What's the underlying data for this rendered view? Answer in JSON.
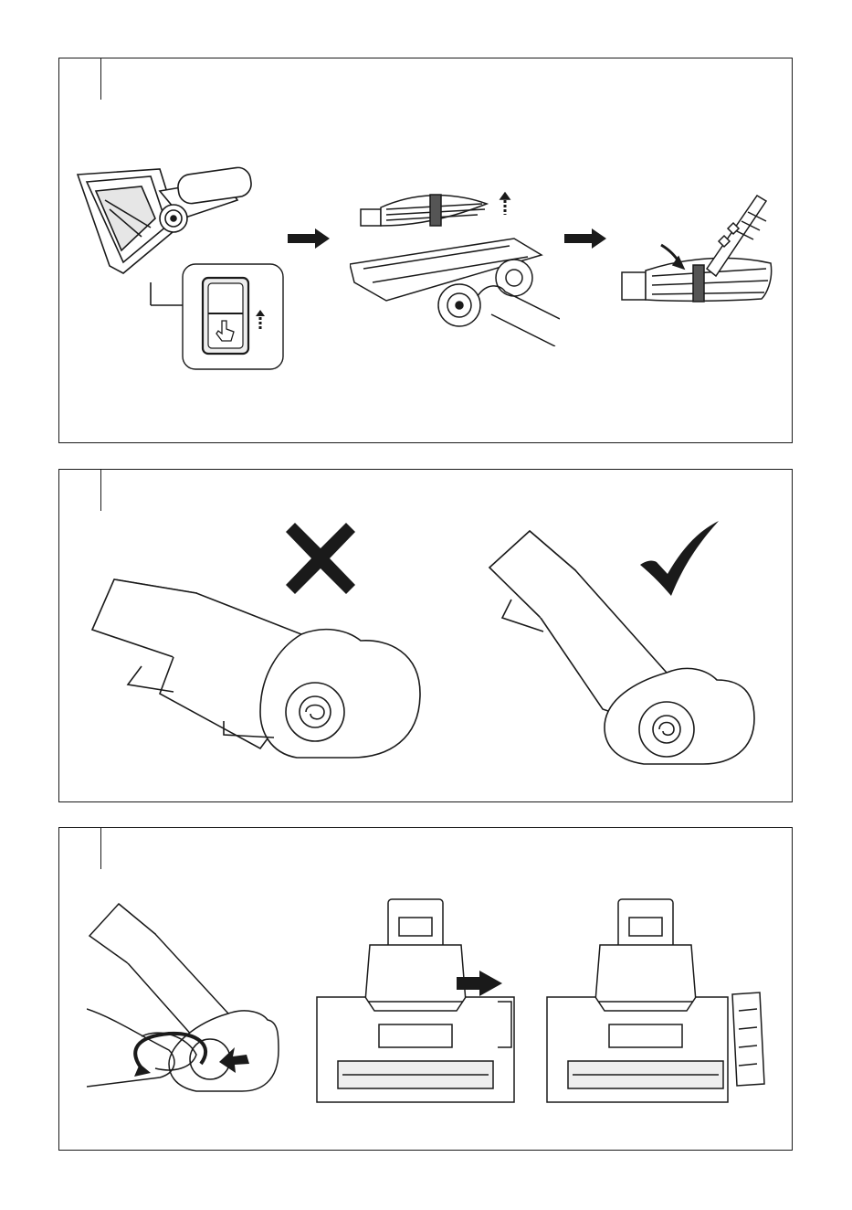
{
  "panels": [
    {
      "id": "step-1",
      "figures": [
        "brush-head-release-button",
        "remove-roller-brush",
        "clean-roller-brush"
      ]
    },
    {
      "id": "step-2",
      "figures": [
        "wrong-connection-angle",
        "correct-connection-angle"
      ]
    },
    {
      "id": "step-3",
      "figures": [
        "press-and-rotate-release",
        "slide-out-side-cover",
        "side-cover-removed"
      ]
    }
  ],
  "icons": {
    "wrong": "cross-icon",
    "correct": "check-icon",
    "direction": "arrow-right-icon",
    "up": "dashed-up-arrow-icon"
  },
  "colors": {
    "line": "#1a1a1a",
    "fill": "#ffffff",
    "shade": "#d9d9d9"
  }
}
